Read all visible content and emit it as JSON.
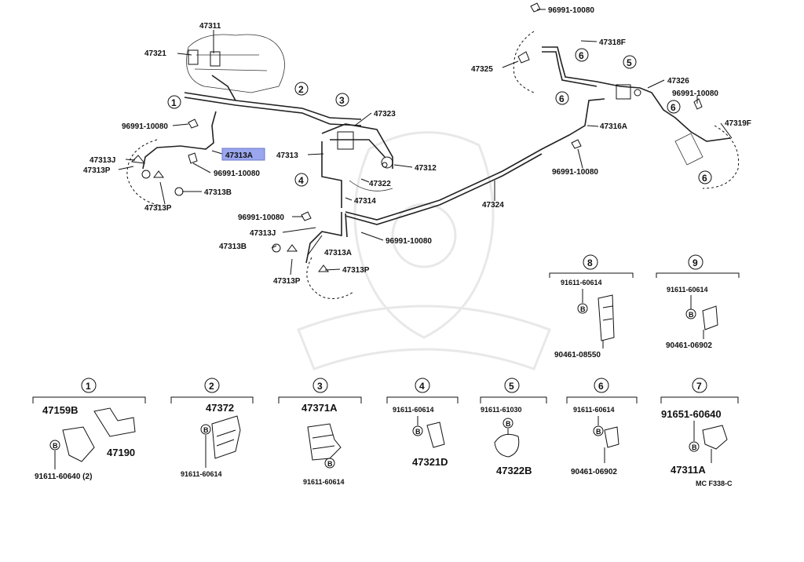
{
  "labels": {
    "p47311": "47311",
    "p47321": "47321",
    "p96991_a": "96991-10080",
    "p47313J_top": "47313J",
    "p47313P_topleft": "47313P",
    "p47313A_hl": "47313A",
    "p96991_b": "96991-10080",
    "p47313B_top": "47313B",
    "p47313P_top": "47313P",
    "p47313": "47313",
    "p47323": "47323",
    "p47312": "47312",
    "p47322": "47322",
    "p47314": "47314",
    "p96991_c": "96991-10080",
    "p47313J_bot": "47313J",
    "p47313B_bot": "47313B",
    "p47313A_bot": "47313A",
    "p96991_d": "96991-10080",
    "p47313P_botleft": "47313P",
    "p47313P_botright": "47313P",
    "p47324": "47324",
    "p96991_e": "96991-10080",
    "p47316A": "47316A",
    "p96991_f": "96991-10080",
    "p47318F": "47318F",
    "p47325": "47325",
    "p47326": "47326",
    "p96991_g": "96991-10080",
    "p47319F": "47319F"
  },
  "callouts": {
    "c1": "1",
    "c2": "2",
    "c3": "3",
    "c4": "4",
    "c5": "5",
    "c6a": "6",
    "c6b": "6",
    "c6c": "6",
    "c6d": "6"
  },
  "details": {
    "d1": {
      "num": "1",
      "a": "47159B",
      "b": "47190",
      "c": "91611-60640 (2)",
      "bolt": "B"
    },
    "d2": {
      "num": "2",
      "a": "47372",
      "c": "91611-60614",
      "bolt": "B"
    },
    "d3": {
      "num": "3",
      "a": "47371A",
      "c": "91611-60614",
      "bolt": "B"
    },
    "d4": {
      "num": "4",
      "a": "91611-60614",
      "b": "47321D",
      "bolt": "B"
    },
    "d5": {
      "num": "5",
      "a": "91611-61030",
      "b": "47322B",
      "bolt": "B"
    },
    "d6": {
      "num": "6",
      "a": "91611-60614",
      "b": "90461-06902",
      "bolt": "B"
    },
    "d7": {
      "num": "7",
      "a": "91651-60640",
      "b": "47311A",
      "bolt": "B"
    },
    "d8": {
      "num": "8",
      "a": "91611-60614",
      "b": "90461-08550",
      "bolt": "B"
    },
    "d9": {
      "num": "9",
      "a": "91611-60614",
      "b": "90461-06902",
      "bolt": "B"
    }
  },
  "footer_code": "MC F338-C",
  "colors": {
    "highlight": "#9aa7ee",
    "ink": "#111111"
  }
}
